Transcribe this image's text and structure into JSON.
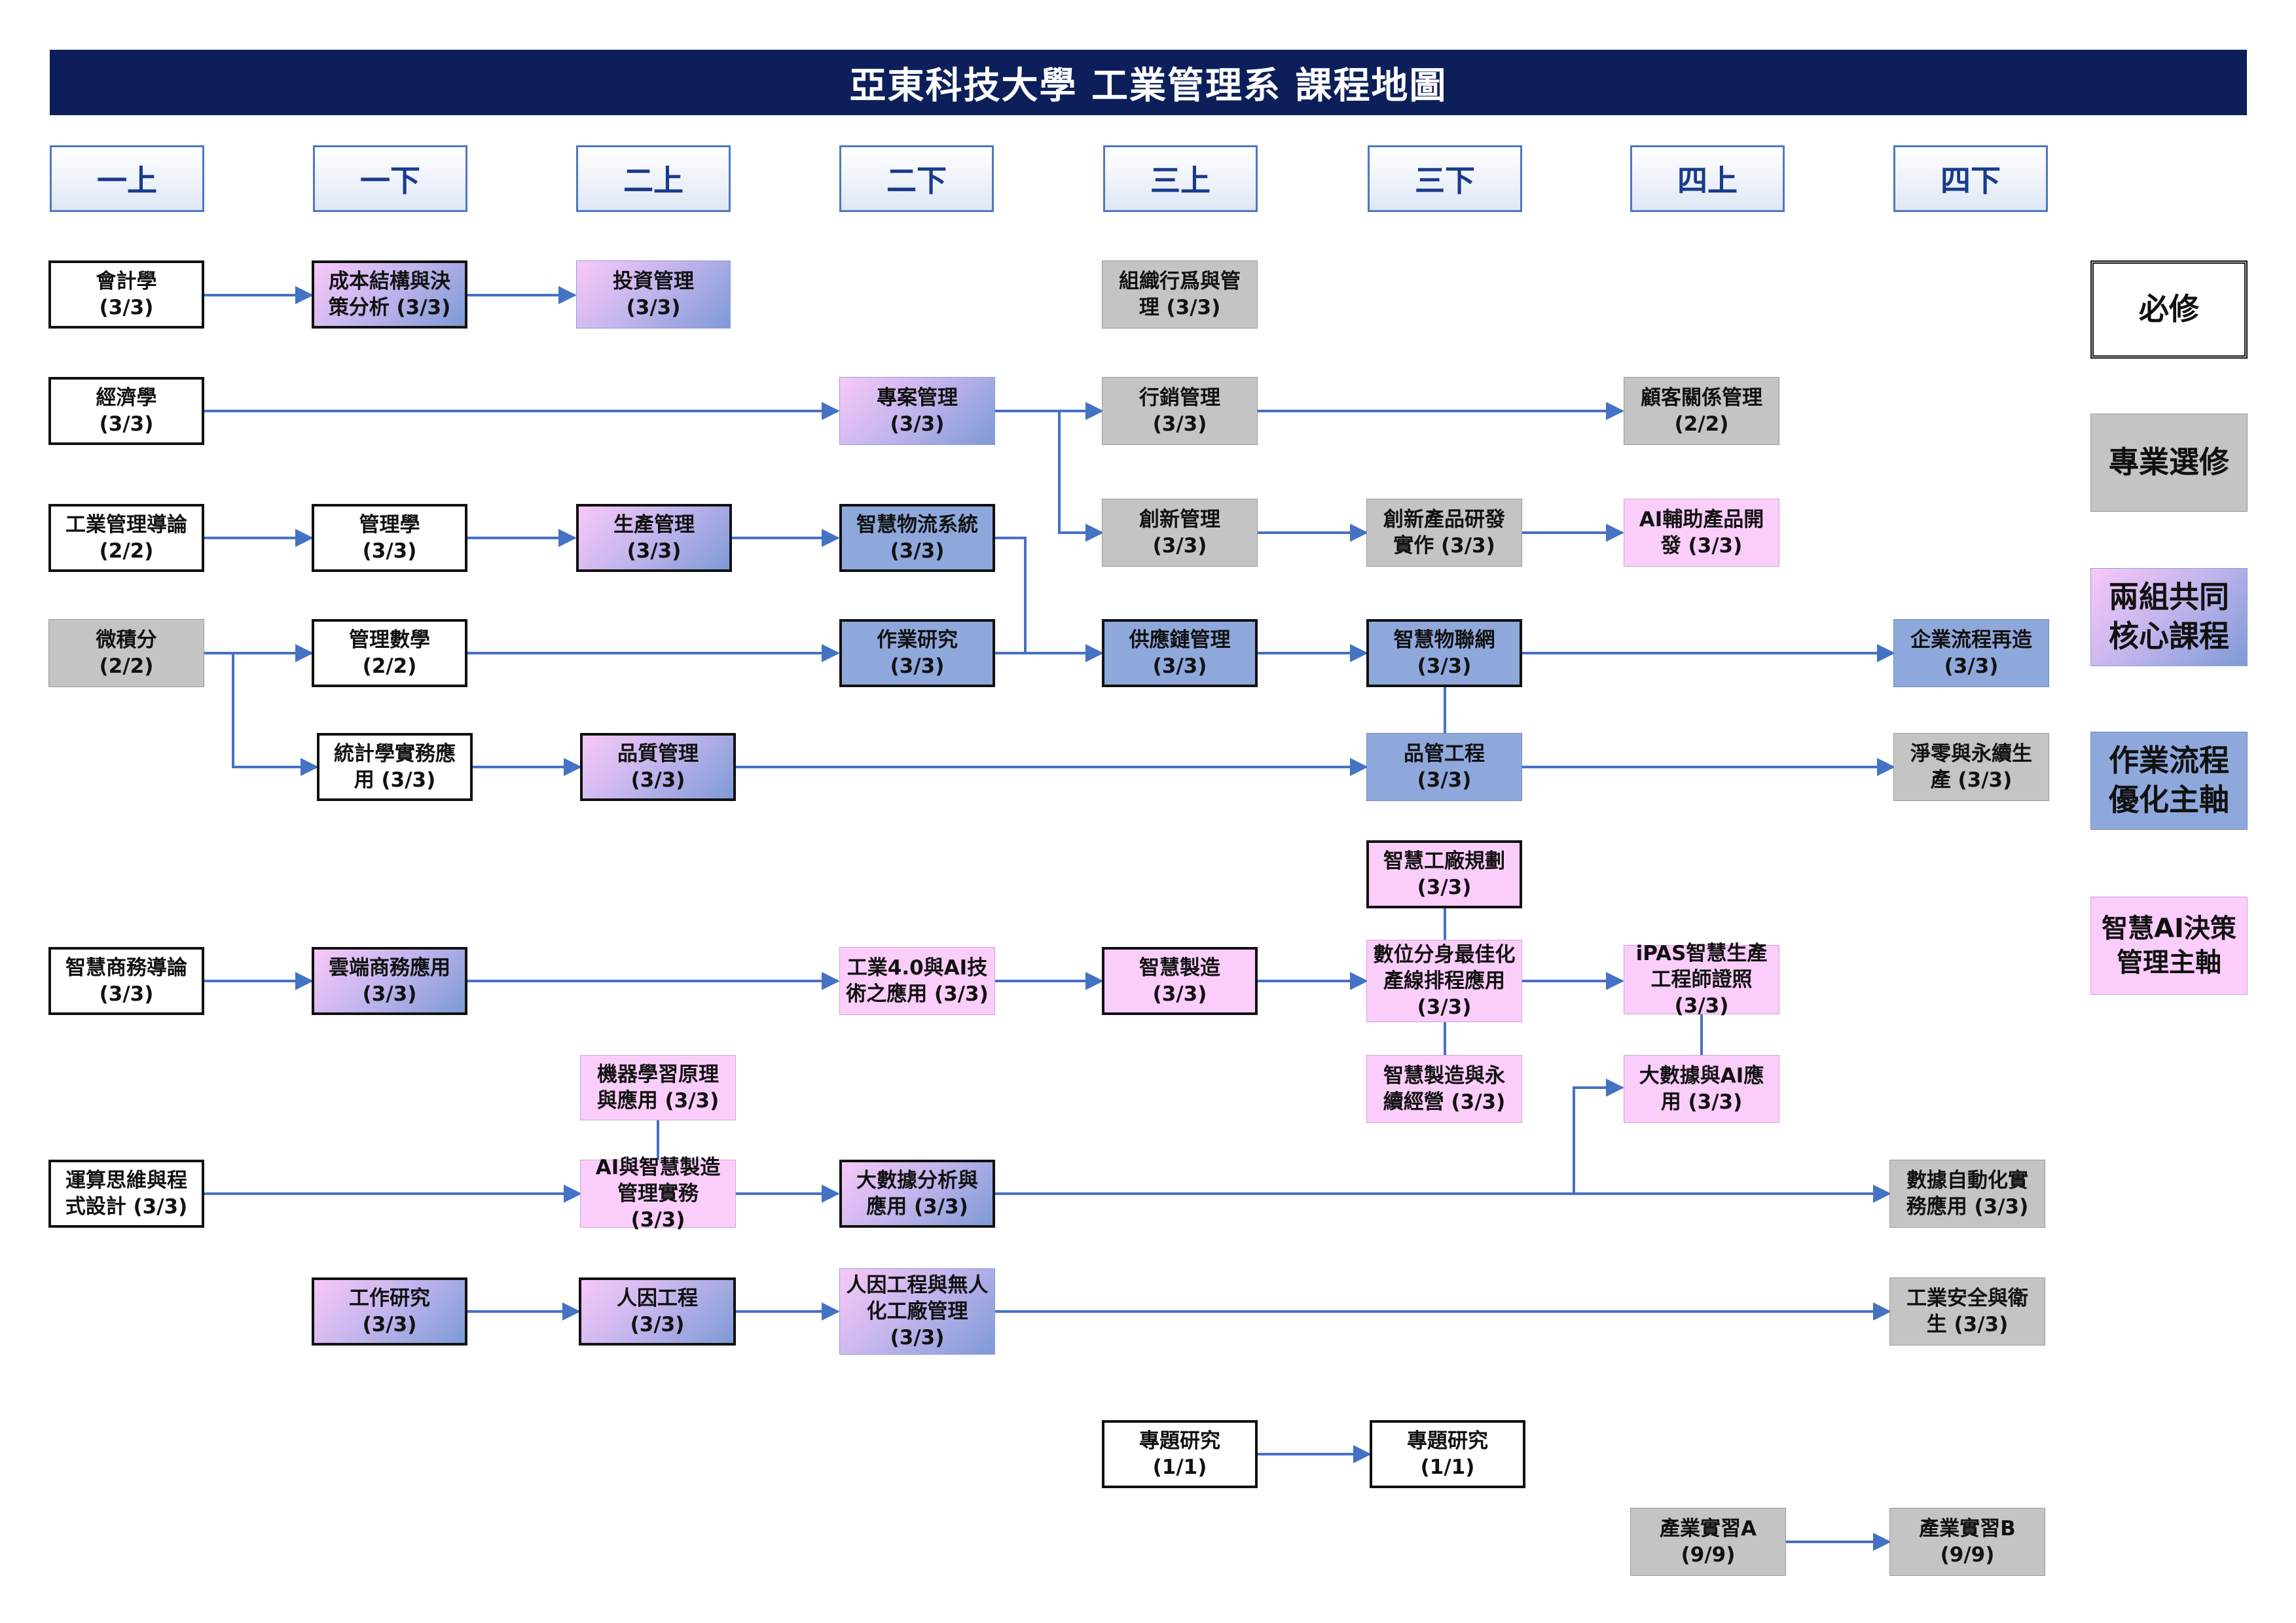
{
  "title": "亞東科技大學 工業管理系 課程地圖",
  "semesters": [
    "一上",
    "一下",
    "二上",
    "二下",
    "三上",
    "三下",
    "四上",
    "四下"
  ],
  "legend": {
    "required": "必修",
    "elective": "專業選修",
    "dual_core": "兩組共同\n核心課程",
    "process_track": "作業流程\n優化主軸",
    "ai_track": "智慧AI決策\n管理主軸"
  },
  "colors": {
    "title_bg": "#0c1f5b",
    "elective": "#c4c4c4",
    "process_track": "#8fa8dc",
    "ai_track": "#fbcdfb",
    "line": "#4472c4"
  },
  "courses": {
    "c1": "會計學\n(3/3)",
    "c2": "成本結構與決\n策分析 (3/3)",
    "c3": "投資管理\n(3/3)",
    "c4": "組織行爲與管\n理 (3/3)",
    "c5": "經濟學\n(3/3)",
    "c6": "專案管理\n(3/3)",
    "c7": "行銷管理\n(3/3)",
    "c8": "顧客關係管理\n(2/2)",
    "c9": "工業管理導論\n(2/2)",
    "c10": "管理學\n(3/3)",
    "c11": "生產管理\n(3/3)",
    "c12": "智慧物流系統\n(3/3)",
    "c13": "創新管理\n(3/3)",
    "c14": "創新產品研發\n實作 (3/3)",
    "c15": "AI輔助產品開\n發 (3/3)",
    "c16": "微積分\n(2/2)",
    "c17": "管理數學\n(2/2)",
    "c18": "作業研究\n(3/3)",
    "c19": "供應鏈管理\n(3/3)",
    "c20": "智慧物聯網\n(3/3)",
    "c21": "企業流程再造\n(3/3)",
    "c22": "統計學實務應\n用 (3/3)",
    "c23": "品質管理\n(3/3)",
    "c24": "品管工程\n(3/3)",
    "c25": "淨零與永續生\n產 (3/3)",
    "c26": "智慧工廠規劃\n(3/3)",
    "c27": "智慧商務導論\n(3/3)",
    "c28": "雲端商務應用\n(3/3)",
    "c29": "工業4.0與AI技\n術之應用 (3/3)",
    "c30": "智慧製造\n(3/3)",
    "c31": "數位分身最佳化\n產線排程應用\n(3/3)",
    "c32": "iPAS智慧生產\n工程師證照\n(3/3)",
    "c33": "機器學習原理\n與應用 (3/3)",
    "c34": "智慧製造與永\n續經營 (3/3)",
    "c35": "大數據與AI應\n用 (3/3)",
    "c36": "運算思維與程\n式設計 (3/3)",
    "c37": "AI與智慧製造\n管理實務\n(3/3)",
    "c38": "大數據分析與\n應用 (3/3)",
    "c39": "數據自動化實\n務應用 (3/3)",
    "c40": "工作研究\n(3/3)",
    "c41": "人因工程\n(3/3)",
    "c42": "人因工程與無人\n化工廠管理\n(3/3)",
    "c43": "工業安全與衛\n生 (3/3)",
    "c44": "專題研究\n(1/1)",
    "c45": "專題研究\n(1/1)",
    "c46": "產業實習A\n(9/9)",
    "c47": "產業實習B\n(9/9)"
  }
}
